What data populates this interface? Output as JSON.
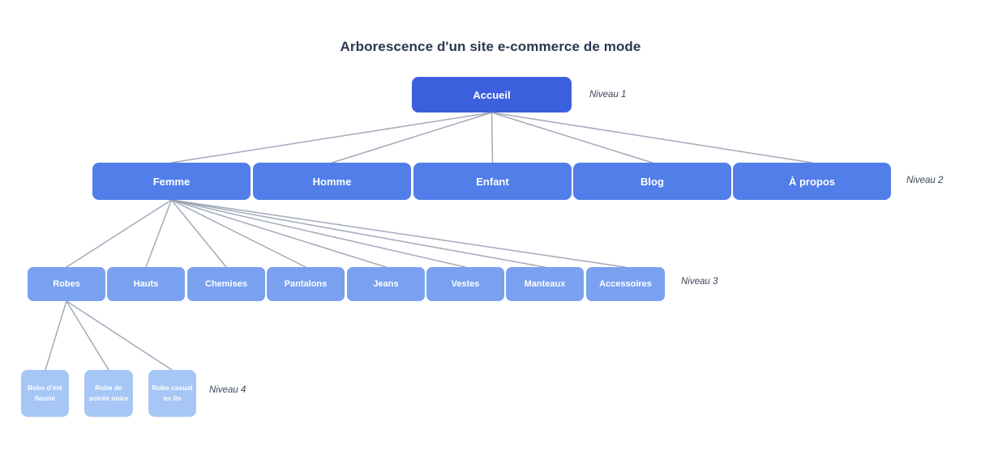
{
  "title": "Arborescence d'un site e-commerce de mode",
  "tree": {
    "level1": {
      "label": "Niveau 1",
      "nodes": [
        {
          "label": "Accueil"
        }
      ]
    },
    "level2": {
      "label": "Niveau 2",
      "nodes": [
        {
          "label": "Femme"
        },
        {
          "label": "Homme"
        },
        {
          "label": "Enfant"
        },
        {
          "label": "Blog"
        },
        {
          "label": "À propos"
        }
      ]
    },
    "level3": {
      "label": "Niveau 3",
      "nodes": [
        {
          "label": "Robes"
        },
        {
          "label": "Hauts"
        },
        {
          "label": "Chemises"
        },
        {
          "label": "Pantalons"
        },
        {
          "label": "Jeans"
        },
        {
          "label": "Vestes"
        },
        {
          "label": "Manteaux"
        },
        {
          "label": "Accessoires"
        }
      ]
    },
    "level4": {
      "label": "Niveau 4",
      "nodes": [
        {
          "label": "Robe d'été fleurie"
        },
        {
          "label": "Robe de soirée noire"
        },
        {
          "label": "Robe casual en lin"
        }
      ]
    }
  },
  "edges": [
    {
      "from": "Accueil",
      "to": "Femme"
    },
    {
      "from": "Accueil",
      "to": "Homme"
    },
    {
      "from": "Accueil",
      "to": "Enfant"
    },
    {
      "from": "Accueil",
      "to": "Blog"
    },
    {
      "from": "Accueil",
      "to": "À propos"
    },
    {
      "from": "Femme",
      "to": "Robes"
    },
    {
      "from": "Femme",
      "to": "Hauts"
    },
    {
      "from": "Femme",
      "to": "Chemises"
    },
    {
      "from": "Femme",
      "to": "Pantalons"
    },
    {
      "from": "Femme",
      "to": "Jeans"
    },
    {
      "from": "Femme",
      "to": "Vestes"
    },
    {
      "from": "Femme",
      "to": "Manteaux"
    },
    {
      "from": "Femme",
      "to": "Accessoires"
    },
    {
      "from": "Robes",
      "to": "Robe d'été fleurie"
    },
    {
      "from": "Robes",
      "to": "Robe de soirée noire"
    },
    {
      "from": "Robes",
      "to": "Robe casual en lin"
    }
  ],
  "colors": {
    "level1": "#3B5FDD",
    "level2": "#517EE8",
    "level3": "#79A1F0",
    "level4": "#A6C6F5",
    "connector": "#98A1B3",
    "title_text": "#2B3852",
    "level_label_text": "#3C4658"
  }
}
